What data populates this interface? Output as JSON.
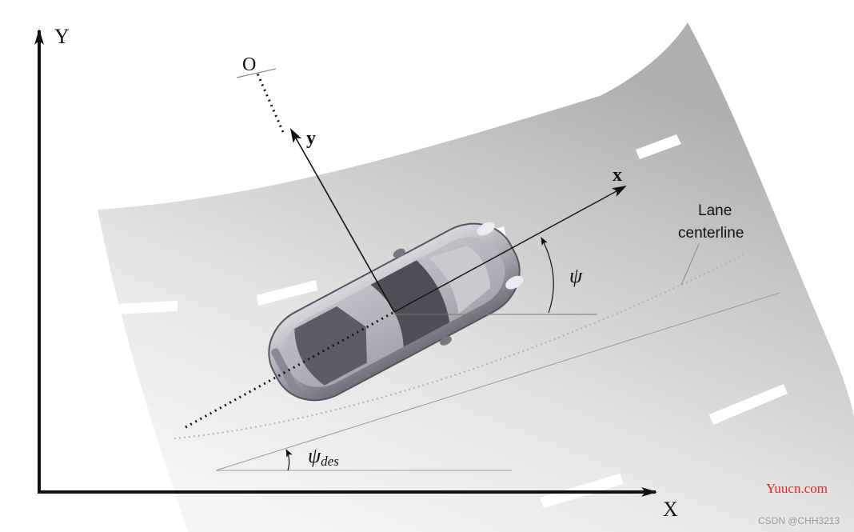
{
  "diagram": {
    "axes": {
      "global_y": "Y",
      "global_x": "X",
      "origin": "O"
    },
    "body_axes": {
      "y": "y",
      "x": "x"
    },
    "angles": {
      "psi": "ψ",
      "psi_des_symbol": "ψ",
      "psi_des_subscript": "des"
    },
    "lane_label": {
      "line1": "Lane",
      "line2": "centerline"
    }
  },
  "watermarks": {
    "site": "Yuucn.com",
    "csdn": "CSDN @CHH3213"
  },
  "colors": {
    "site_watermark": "#e0282a",
    "csdn_watermark": "#9a9a9a"
  }
}
